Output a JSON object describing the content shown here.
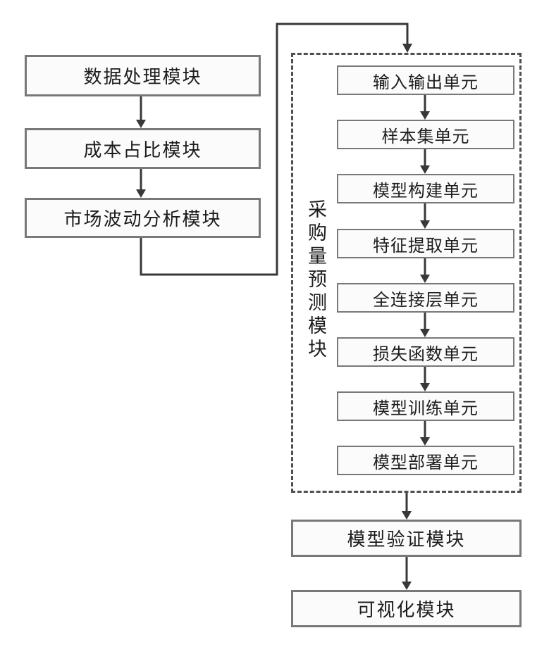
{
  "flowchart": {
    "left_modules": [
      {
        "label": "数据处理模块"
      },
      {
        "label": "成本占比模块"
      },
      {
        "label": "市场波动分析模块"
      }
    ],
    "prediction_module": {
      "label": "采购量预测模块",
      "units": [
        {
          "label": "输入输出单元"
        },
        {
          "label": "样本集单元"
        },
        {
          "label": "模型构建单元"
        },
        {
          "label": "特征提取单元"
        },
        {
          "label": "全连接层单元"
        },
        {
          "label": "损失函数单元"
        },
        {
          "label": "模型训练单元"
        },
        {
          "label": "模型部署单元"
        }
      ]
    },
    "bottom_modules": [
      {
        "label": "模型验证模块"
      },
      {
        "label": "可视化模块"
      }
    ],
    "colors": {
      "box_border": "#787878",
      "box_fill": "#fbfbfb",
      "dashed_border": "#4f4f4f",
      "connector": "#383838",
      "text": "#1d1d1d",
      "background": "#ffffff"
    }
  }
}
